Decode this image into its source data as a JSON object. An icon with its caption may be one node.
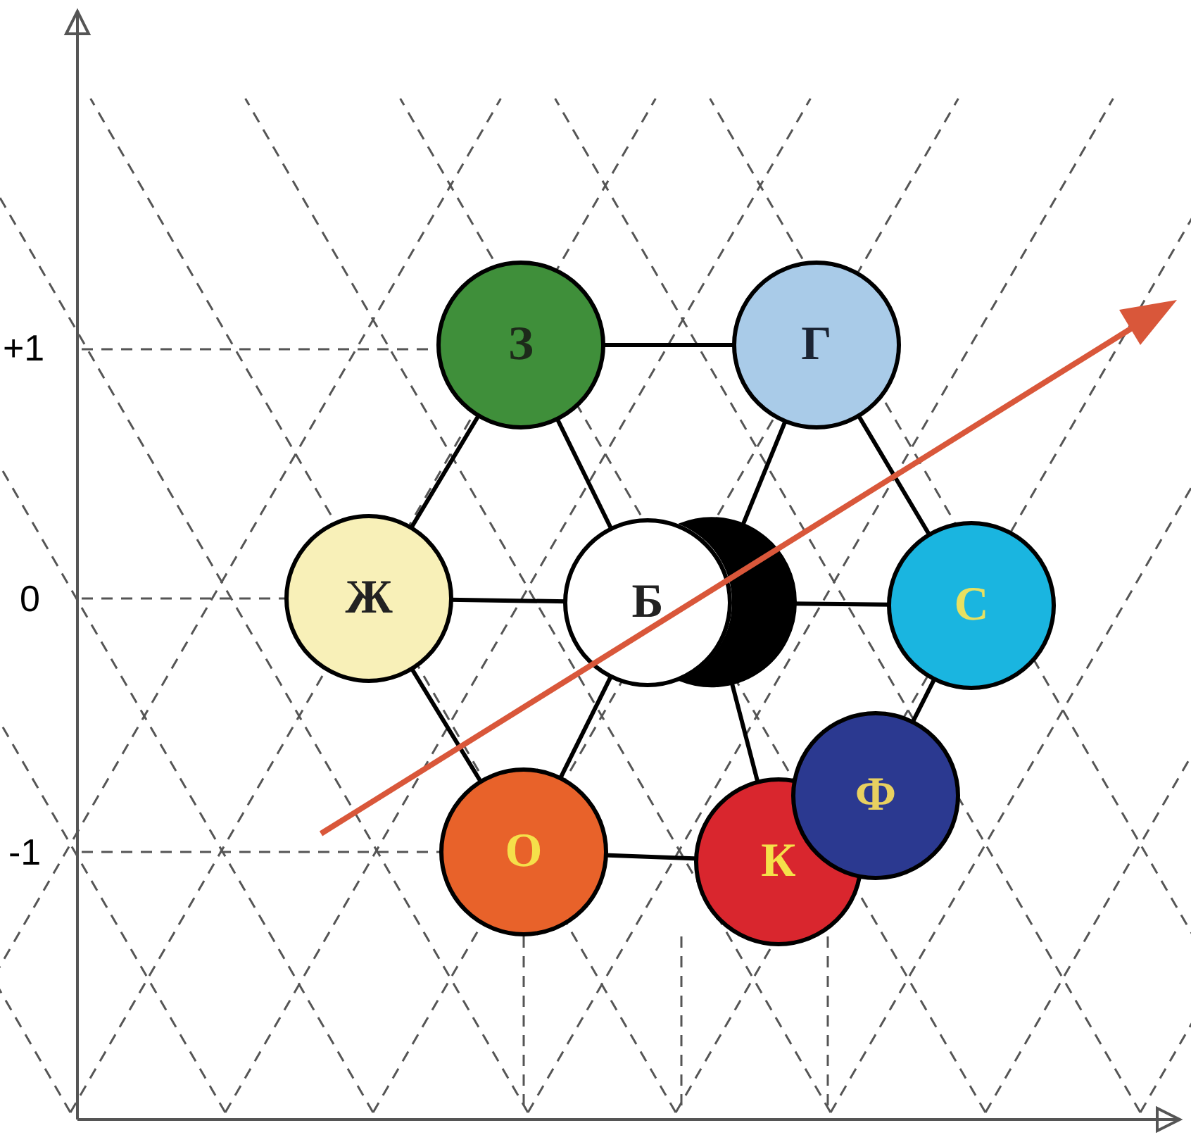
{
  "diagram": {
    "nodes": [
      {
        "text": [
          "З"
        ]
      },
      {
        "text": [
          "Г"
        ]
      },
      {
        "text": [
          "Ж"
        ]
      },
      {
        "text": [],
        "shape": "crescent"
      },
      {
        "text": [
          "Б"
        ]
      },
      {
        "text": [
          "С"
        ]
      },
      {
        "text": [
          "О"
        ]
      },
      {
        "text": [
          "К"
        ]
      },
      {
        "text": [
          "Ф"
        ]
      }
    ],
    "edges": [
      {
        "from": 0,
        "to": 1,
        "arrow": "none"
      },
      {
        "from": 2,
        "to": 0,
        "arrow": "none"
      },
      {
        "from": 1,
        "to": 5,
        "arrow": "none"
      },
      {
        "from": 4,
        "to": 0,
        "arrow": "none"
      },
      {
        "from": 3,
        "to": 1,
        "arrow": "none"
      },
      {
        "from": 4,
        "to": 2,
        "arrow": "none"
      },
      {
        "from": 3,
        "to": 5,
        "arrow": "none"
      },
      {
        "from": 4,
        "to": 6,
        "arrow": "none"
      },
      {
        "from": 3,
        "to": 7,
        "arrow": "none"
      },
      {
        "from": 2,
        "to": 6,
        "arrow": "none"
      },
      {
        "from": 6,
        "to": 7,
        "arrow": "none"
      },
      {
        "from": 5,
        "to": 8,
        "arrow": "none"
      }
    ],
    "labels": [
      "+1",
      "0",
      "-1"
    ]
  }
}
